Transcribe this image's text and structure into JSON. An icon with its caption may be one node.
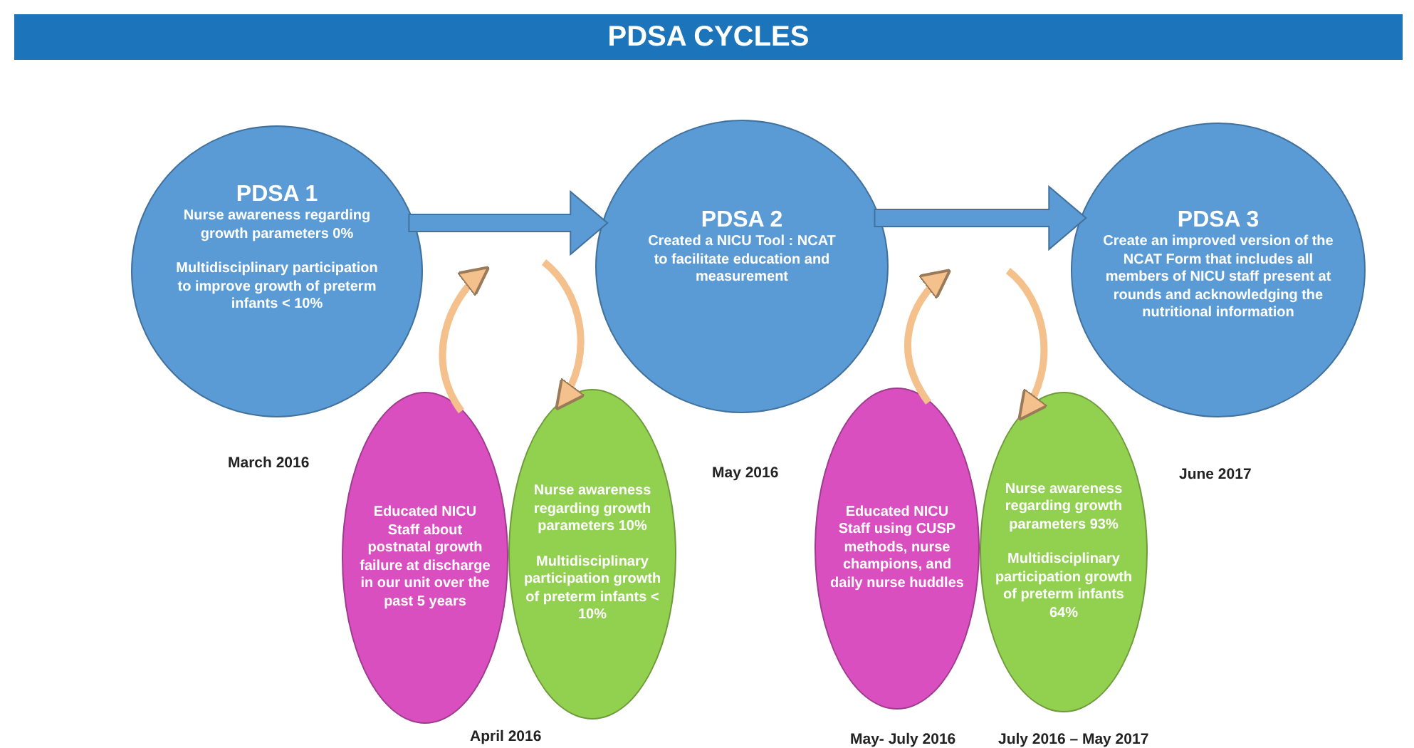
{
  "diagram": {
    "title": "PDSA CYCLES",
    "nodes": [
      {
        "text": [
          "PDSA 1",
          "Nurse awareness regarding growth parameters 0%",
          "Multidisciplinary participation to improve growth of preterm infants < 10%"
        ],
        "beside": [
          "March 2016"
        ]
      },
      {
        "text": [
          "PDSA 2",
          "Created a NICU Tool : NCAT to facilitate education and measurement"
        ],
        "beside": [
          "May 2016"
        ]
      },
      {
        "text": [
          "PDSA 3",
          "Create an improved version of the NCAT Form that includes all members of NICU staff present at rounds and acknowledging the nutritional information"
        ],
        "beside": [
          "June 2017"
        ]
      },
      {
        "text": [
          "Educated NICU Staff about postnatal growth failure at discharge in our unit over the past 5 years"
        ]
      },
      {
        "text": [
          "Nurse awareness regarding growth parameters 10%",
          "Multidisciplinary participation growth of preterm infants < 10%"
        ]
      },
      {
        "text": [
          "Educated NICU Staff using CUSP methods, nurse champions, and daily nurse huddles"
        ],
        "beside": [
          "May- July 2016"
        ]
      },
      {
        "text": [
          "Nurse awareness regarding growth parameters 93%",
          "Multidisciplinary participation growth of preterm infants 64%"
        ],
        "beside": [
          "July 2016 – May 2017"
        ]
      }
    ],
    "edges": [
      {
        "from": 0,
        "to": 1,
        "arrow": "to",
        "style": "thick"
      },
      {
        "from": 1,
        "to": 2,
        "arrow": "to",
        "style": "thick"
      },
      {
        "from": 3,
        "to": null,
        "arrow": "to"
      },
      {
        "from": null,
        "to": 4,
        "arrow": "to"
      },
      {
        "from": 5,
        "to": null,
        "arrow": "to"
      },
      {
        "from": null,
        "to": 6,
        "arrow": "to"
      }
    ],
    "labels": [
      "April 2016"
    ]
  }
}
